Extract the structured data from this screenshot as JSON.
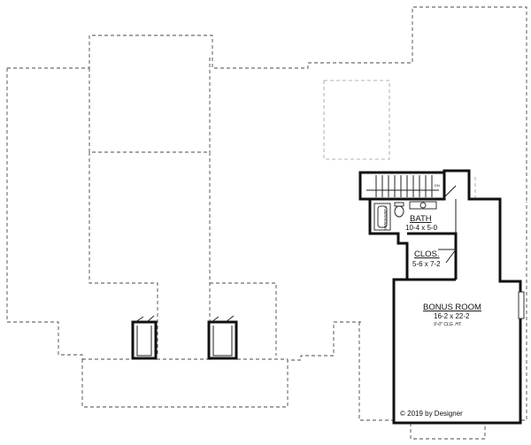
{
  "rooms": {
    "bath": {
      "name": "BATH",
      "size": "10-4 x 5-0"
    },
    "closet": {
      "name": "CLOS.",
      "size": "5-6 x 7-2"
    },
    "bonus_room": {
      "name": "BONUS ROOM",
      "size": "16-2 x 22-2",
      "ceiling": "9'-0\" CLG. HT."
    }
  },
  "stair": {
    "direction_label": "DN"
  },
  "tub_label": "TUB/SHOWER",
  "copyright": "© 2019 by Designer"
}
